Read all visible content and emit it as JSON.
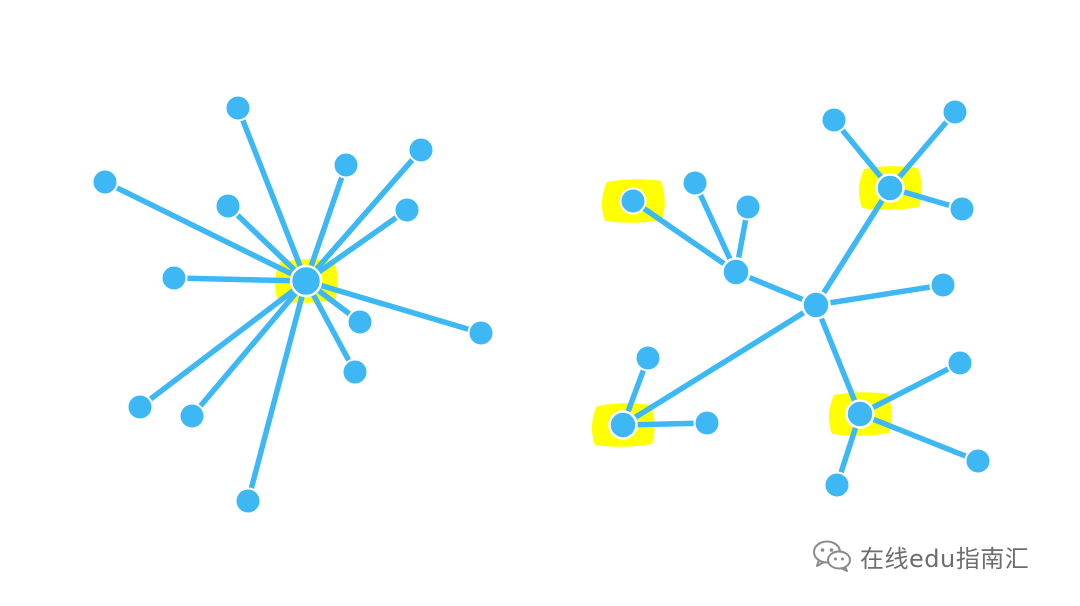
{
  "colors": {
    "background": "#ffffff",
    "node": "#3db8f5",
    "edge": "#3db8f5",
    "node_outline": "#ffffff",
    "highlight": "#ffff00",
    "watermark": "#6d6d6d"
  },
  "diagrams": [
    {
      "name": "star-network",
      "nodes": [
        {
          "id": "hub",
          "role": "hub",
          "highlighted": true
        },
        {
          "id": "s1",
          "role": "leaf"
        },
        {
          "id": "s2",
          "role": "leaf"
        },
        {
          "id": "s3",
          "role": "leaf"
        },
        {
          "id": "s4",
          "role": "leaf"
        },
        {
          "id": "s5",
          "role": "leaf"
        },
        {
          "id": "s6",
          "role": "leaf"
        },
        {
          "id": "s7",
          "role": "leaf"
        },
        {
          "id": "s8",
          "role": "leaf"
        },
        {
          "id": "s9",
          "role": "leaf"
        },
        {
          "id": "s10",
          "role": "leaf"
        },
        {
          "id": "s11",
          "role": "leaf"
        },
        {
          "id": "s12",
          "role": "leaf"
        },
        {
          "id": "s13",
          "role": "leaf"
        }
      ],
      "edges": [
        [
          "hub",
          "s1"
        ],
        [
          "hub",
          "s2"
        ],
        [
          "hub",
          "s3"
        ],
        [
          "hub",
          "s4"
        ],
        [
          "hub",
          "s5"
        ],
        [
          "hub",
          "s6"
        ],
        [
          "hub",
          "s7"
        ],
        [
          "hub",
          "s8"
        ],
        [
          "hub",
          "s9"
        ],
        [
          "hub",
          "s10"
        ],
        [
          "hub",
          "s11"
        ],
        [
          "hub",
          "s12"
        ],
        [
          "hub",
          "s13"
        ]
      ]
    },
    {
      "name": "tree-network",
      "nodes": [
        {
          "id": "c",
          "role": "center"
        },
        {
          "id": "a",
          "role": "branch"
        },
        {
          "id": "a1",
          "role": "leaf",
          "highlighted": true
        },
        {
          "id": "a2",
          "role": "leaf"
        },
        {
          "id": "a3",
          "role": "leaf"
        },
        {
          "id": "b",
          "role": "branch",
          "highlighted": true
        },
        {
          "id": "b1",
          "role": "leaf"
        },
        {
          "id": "b2",
          "role": "leaf"
        },
        {
          "id": "b3",
          "role": "leaf"
        },
        {
          "id": "r",
          "role": "leaf"
        },
        {
          "id": "d",
          "role": "branch",
          "highlighted": true
        },
        {
          "id": "d1",
          "role": "leaf"
        },
        {
          "id": "d2",
          "role": "leaf"
        },
        {
          "id": "d3",
          "role": "leaf"
        },
        {
          "id": "e",
          "role": "branch",
          "highlighted": true
        },
        {
          "id": "e1",
          "role": "leaf"
        },
        {
          "id": "e2",
          "role": "leaf"
        }
      ],
      "edges": [
        [
          "c",
          "a"
        ],
        [
          "a",
          "a1"
        ],
        [
          "a",
          "a2"
        ],
        [
          "a",
          "a3"
        ],
        [
          "c",
          "b"
        ],
        [
          "b",
          "b1"
        ],
        [
          "b",
          "b2"
        ],
        [
          "b",
          "b3"
        ],
        [
          "c",
          "r"
        ],
        [
          "c",
          "d"
        ],
        [
          "d",
          "d1"
        ],
        [
          "d",
          "d2"
        ],
        [
          "d",
          "d3"
        ],
        [
          "c",
          "e"
        ],
        [
          "e",
          "e1"
        ],
        [
          "e",
          "e2"
        ]
      ]
    }
  ],
  "watermark": {
    "icon": "wechat-icon",
    "text": "在线edu指南汇"
  }
}
